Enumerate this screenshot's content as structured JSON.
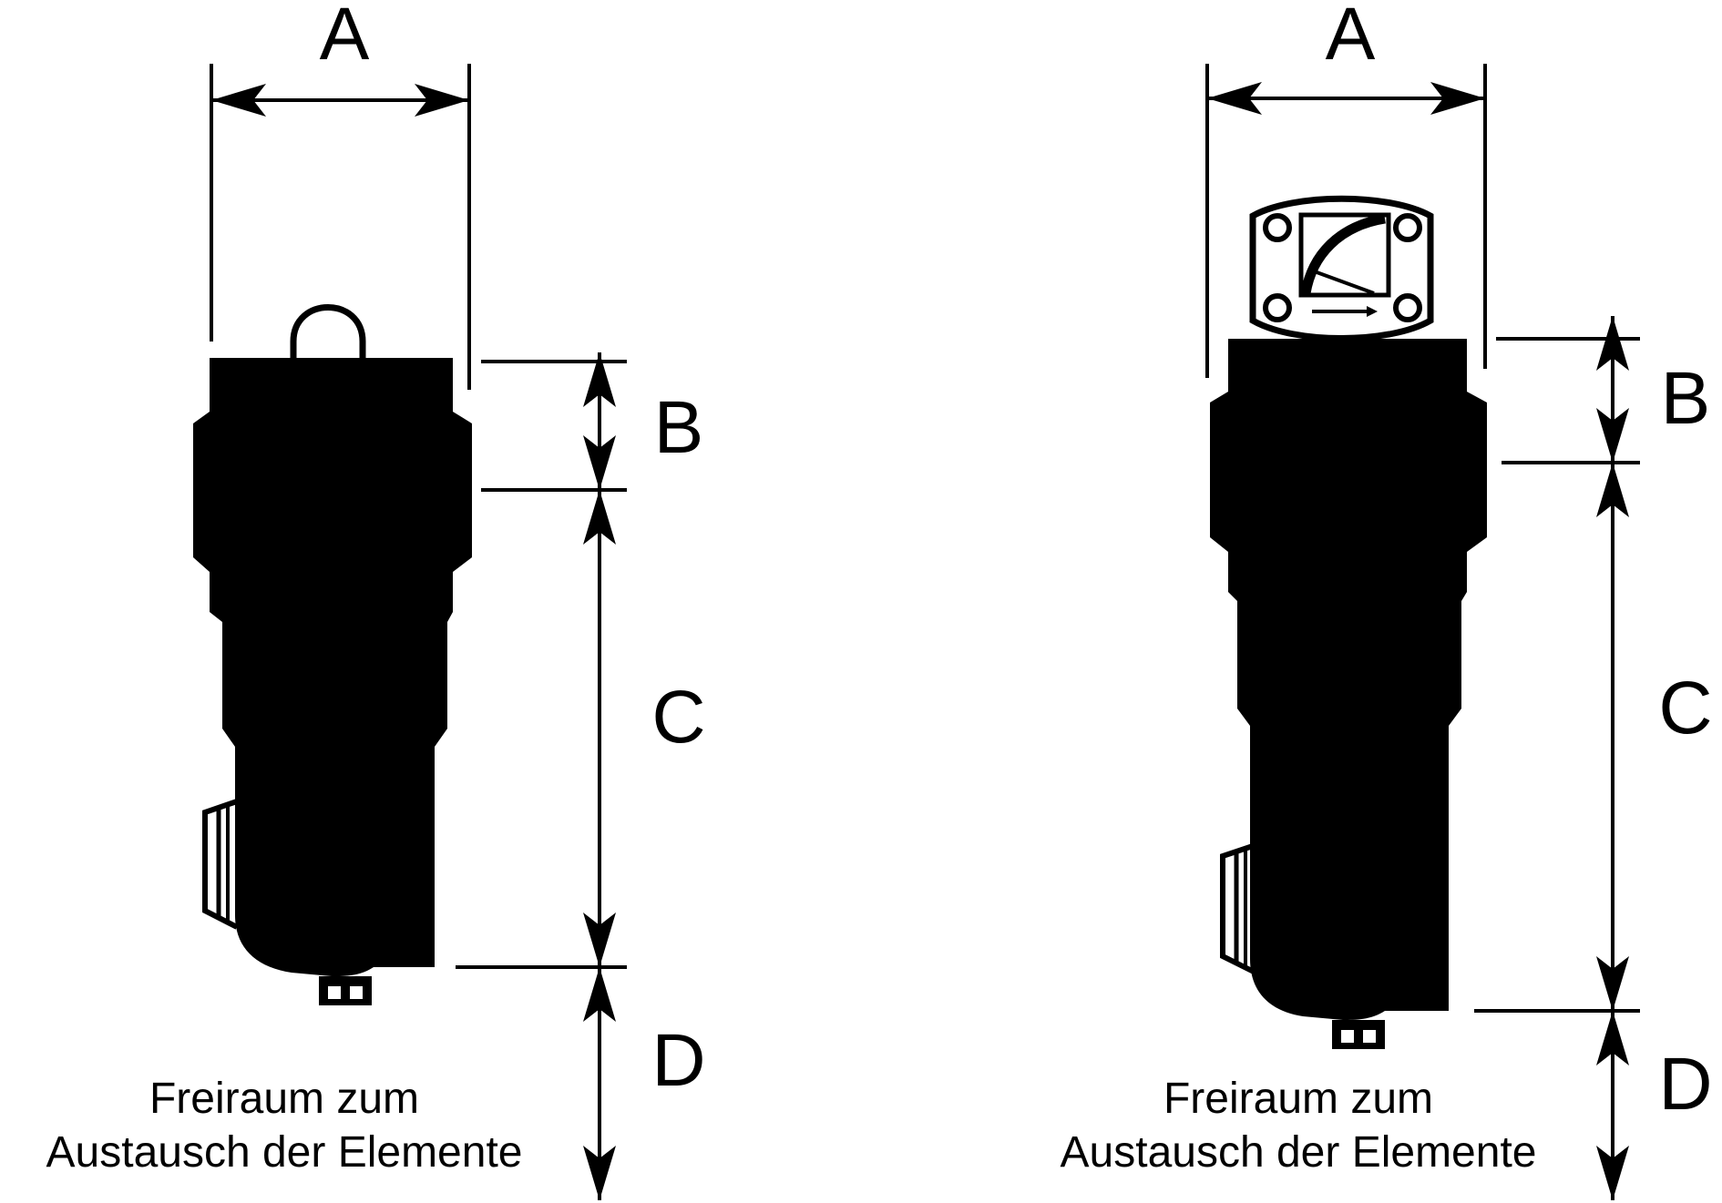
{
  "colors": {
    "ink": "#000000",
    "paper": "#ffffff"
  },
  "left_filter": {
    "labels": {
      "a": "A",
      "b": "B",
      "c": "C",
      "d": "D"
    },
    "caption_line1": "Freiraum zum",
    "caption_line2": "Austausch der Elemente"
  },
  "right_filter": {
    "labels": {
      "a": "A",
      "b": "B",
      "c": "C",
      "d": "D"
    },
    "caption_line1": "Freiraum zum",
    "caption_line2": "Austausch der Elemente",
    "gauge_icon": "differential-pressure-gauge-icon"
  }
}
